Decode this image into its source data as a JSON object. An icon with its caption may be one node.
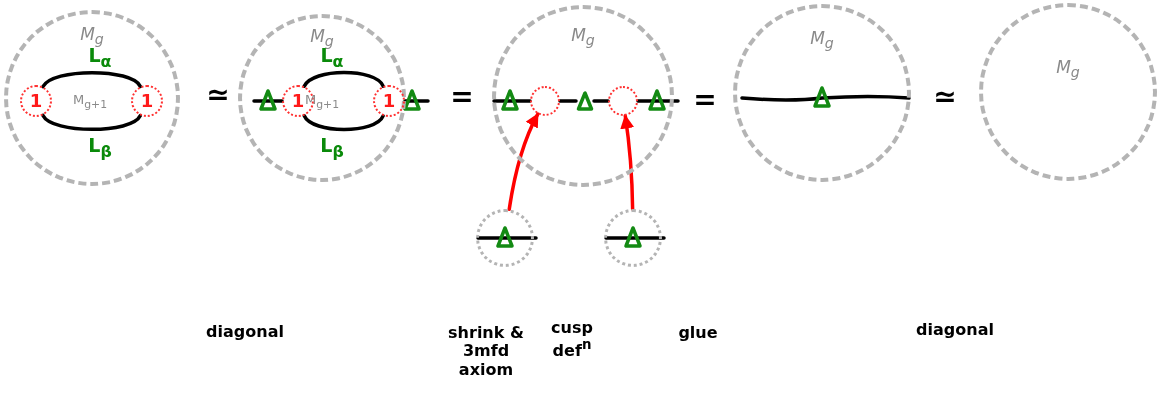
{
  "diagram": {
    "nodes": [
      {
        "text": [
          "M$_{g}$"
        ]
      },
      {
        "text": [
          "1"
        ],
        "in": 0
      },
      {
        "text": [
          "1"
        ],
        "in": 0
      },
      {
        "text": [
          "M$_{g}$"
        ]
      },
      {
        "text": [
          "1"
        ],
        "in": 3
      },
      {
        "text": [
          "1"
        ],
        "in": 3
      },
      {
        "text": [
          "M$_{g}$"
        ]
      },
      {
        "text": [],
        "shape": "circle",
        "in": 6
      },
      {
        "text": [],
        "shape": "circle",
        "in": 6
      },
      {
        "text": [],
        "shape": "circle"
      },
      {
        "text": [],
        "shape": "circle"
      },
      {
        "text": [
          "M$_{g}$"
        ]
      },
      {
        "text": [
          "M$_{g}$"
        ]
      },
      {
        "text": [],
        "shape": "triangle",
        "in": 6
      }
    ],
    "edges": [
      {
        "from": 1,
        "to": 2,
        "arrow": "none"
      },
      {
        "from": 1,
        "to": 2,
        "arrow": "none"
      },
      {
        "from": 4,
        "to": 5,
        "arrow": "none"
      },
      {
        "from": 4,
        "to": 5,
        "arrow": "none"
      },
      {
        "from": 7,
        "to": 13,
        "arrow": "none"
      },
      {
        "from": 13,
        "to": 8,
        "arrow": "none"
      },
      {
        "from": 9,
        "to": 7,
        "arrow": "to",
        "color": "#ff0000"
      },
      {
        "from": 10,
        "to": 8,
        "arrow": "to",
        "color": "#ff0000"
      }
    ],
    "labels": [
      "L$_{α}$",
      "M$_{g+1}$",
      "L$_{β}$",
      "≃",
      "L$_{α}$",
      "M$_{g+1}$",
      "L$_{β}$",
      "=",
      "=",
      "≃",
      "diagonal",
      "shrink & 3mfd axiom",
      "cusp def$^{n}$",
      "glue",
      "diagonal"
    ]
  }
}
